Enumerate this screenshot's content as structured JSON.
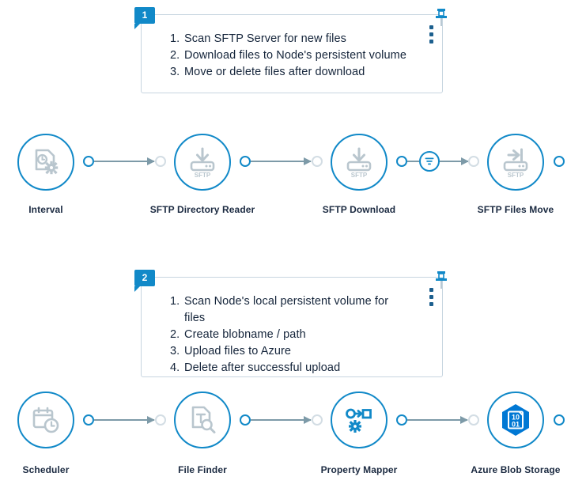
{
  "diagram": {
    "title": "SFTP to Azure Blob Storage workflow",
    "colors": {
      "accent": "#1189c8",
      "node_border": "#1189c8",
      "icon_gray": "#b9c6ce",
      "connector": "#7d9aa8",
      "label_text": "#1b2a41",
      "note_border": "#c7d5e0",
      "azure_blue": "#0078d4",
      "background": "#ffffff"
    },
    "notes": [
      {
        "badge": "1",
        "pin_icon": "pushpin-icon",
        "menu_icon": "kebab-menu-icon",
        "items": [
          "Scan SFTP Server for new files",
          "Download files to Node's persistent volume",
          "Move or delete files after download"
        ]
      },
      {
        "badge": "2",
        "pin_icon": "pushpin-icon",
        "menu_icon": "kebab-menu-icon",
        "items": [
          "Scan Node's local persistent volume for files",
          "Create blobname / path",
          "Upload files to Azure",
          "Delete after successful upload"
        ]
      }
    ],
    "rows": [
      {
        "name": "sftp-download-flow",
        "nodes": [
          {
            "label": "Interval",
            "icon": "document-clock-gear-icon",
            "icon_caption": ""
          },
          {
            "label": "SFTP Directory Reader",
            "icon": "sftp-download-icon",
            "icon_caption": "SFTP"
          },
          {
            "label": "SFTP Download",
            "icon": "sftp-download-icon",
            "icon_caption": "SFTP"
          },
          {
            "label": "SFTP Files Move",
            "icon": "sftp-move-icon",
            "icon_caption": "SFTP"
          }
        ],
        "connector_decorations": [
          {
            "after_node": 2,
            "icon": "filter-icon"
          }
        ]
      },
      {
        "name": "azure-upload-flow",
        "nodes": [
          {
            "label": "Scheduler",
            "icon": "calendar-clock-icon",
            "icon_caption": ""
          },
          {
            "label": "File Finder",
            "icon": "document-search-icon",
            "icon_caption": ""
          },
          {
            "label": "Property Mapper",
            "icon": "mapper-gear-icon",
            "icon_caption": ""
          },
          {
            "label": "Azure Blob Storage",
            "icon": "azure-blob-hexagon-icon",
            "icon_caption": "10 01"
          }
        ],
        "connector_decorations": []
      }
    ]
  }
}
